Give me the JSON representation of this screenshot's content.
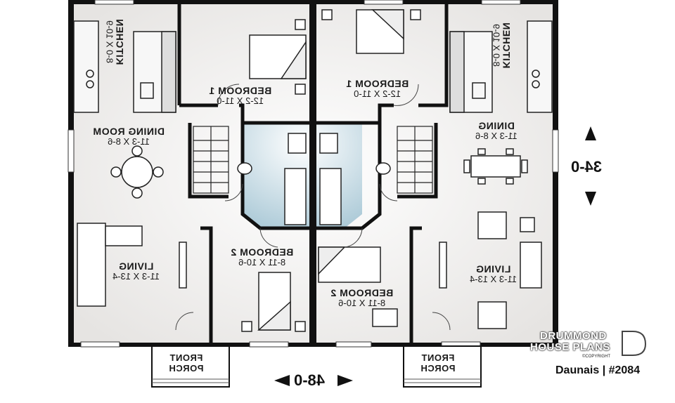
{
  "rooms": {
    "kitchen_left": {
      "name": "KITCHEN",
      "size": "8-0 X 10-9"
    },
    "kitchen_right": {
      "name": "KITCHEN",
      "size": "8-0 X 10-9"
    },
    "bedroom1_left": {
      "name": "BEDROOM 1",
      "size": "12-2 X 11-0"
    },
    "bedroom1_right": {
      "name": "BEDROOM 1",
      "size": "12-2 X 11-0"
    },
    "dining_left": {
      "name": "DINING ROOM",
      "size": "11-3 X 8-6"
    },
    "dining_right": {
      "name": "DINING",
      "size": "11-3 X 8-6"
    },
    "living_left": {
      "name": "LIVING",
      "size": "11-3 X 13-4"
    },
    "living_right": {
      "name": "LIVING",
      "size": "11-3 X 13-4"
    },
    "bedroom2_left": {
      "name": "BEDROOM 2",
      "size": "8-11 X 10-6"
    },
    "bedroom2_right": {
      "name": "BEDROOM 2",
      "size": "8-11 X 10-6"
    },
    "porch_left": {
      "line1": "FRONT",
      "line2": "PORCH"
    },
    "porch_right": {
      "line1": "FRONT",
      "line2": "PORCH"
    }
  },
  "dimensions": {
    "width": "48-0",
    "depth": "34-0"
  },
  "brand": {
    "line1": "DRUMMOND",
    "line2": "HOUSE PLANS",
    "copyright": "©COPYRIGHT"
  },
  "plan_label": "Daunais | #2084",
  "colors": {
    "wall": "#111111",
    "floor": "#f4f3f1",
    "bath": "#b9d3de",
    "paper": "#ffffff"
  }
}
